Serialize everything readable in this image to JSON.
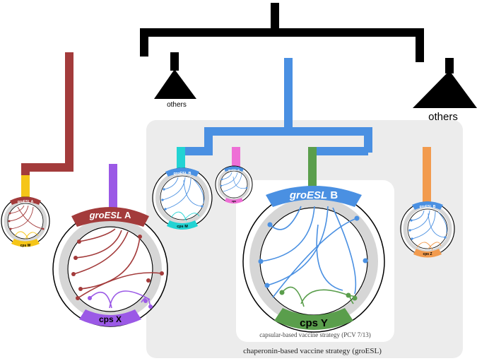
{
  "labels": {
    "others_small": "others",
    "others_large": "others",
    "groesl_a_big_italic": "groESL",
    "groesl_a_big_suffix": " A",
    "cps_x": "cps X",
    "groesl_b_big_italic": "groESL",
    "groesl_b_big_suffix": " B",
    "cps_y": "cps Y",
    "groesl_a_small": "groESL A",
    "cps_w": "cps W",
    "groesl_b_small_left": "groESL B",
    "cps_m": "cps M",
    "groesl_b_small_mid": "groESL B",
    "cps_mid": "cps",
    "groesl_b_small_right": "groESL B",
    "cps_z": "cps Z",
    "inner_box_caption": "capsular-based vaccine strategy (PCV 7/13)",
    "outer_box_caption": "chaperonin-based vaccine strategy (groESL)"
  },
  "colors": {
    "black": "#000000",
    "red": "#a33b3b",
    "blue": "#4a90e2",
    "yellow": "#f5c518",
    "purple": "#9b59e6",
    "cyan": "#22d3d3",
    "pink": "#ee6fd6",
    "green": "#5a9e4c",
    "orange": "#f29b4e",
    "box_gray": "#ececec",
    "ring_gray": "#d6d6d6"
  }
}
